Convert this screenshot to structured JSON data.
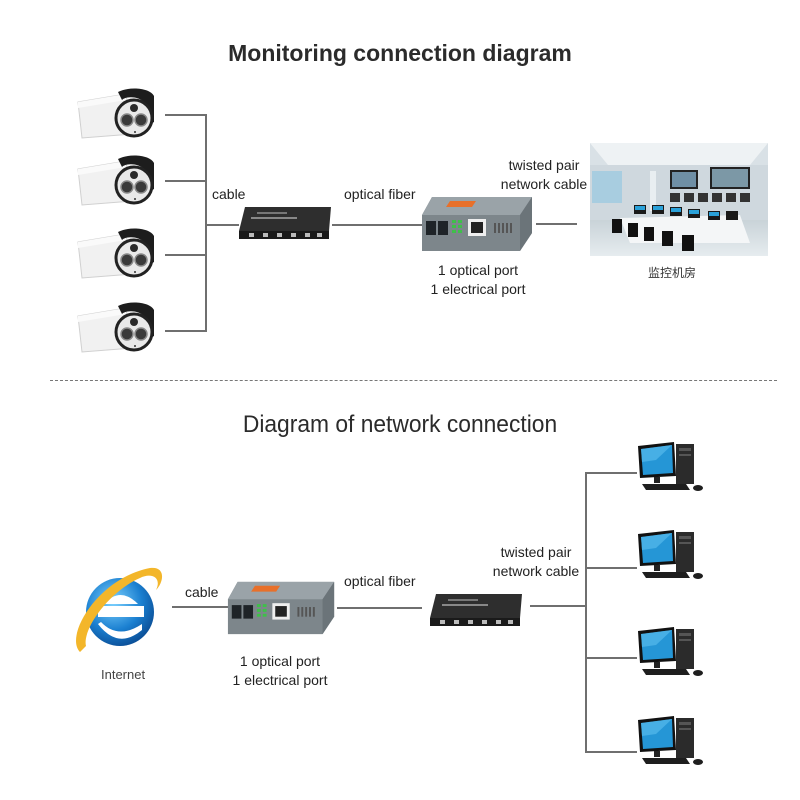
{
  "monitoring": {
    "title": "Monitoring connection diagram",
    "labels": {
      "cable": "cable",
      "optical_fiber": "optical fiber",
      "twisted_pair_line1": "twisted pair",
      "twisted_pair_line2": "network cable",
      "converter_line1": "1 optical port",
      "converter_line2": "1 electrical port",
      "control_room": "监控机房"
    },
    "cameras": [
      {
        "name": "camera-1"
      },
      {
        "name": "camera-2"
      },
      {
        "name": "camera-3"
      },
      {
        "name": "camera-4"
      }
    ],
    "devices": [
      "bullet-camera-icon",
      "fiber-switch-icon",
      "media-converter-icon",
      "control-room-image"
    ]
  },
  "network": {
    "title": "Diagram of network connection",
    "labels": {
      "internet": "Internet",
      "cable": "cable",
      "optical_fiber": "optical fiber",
      "twisted_pair_line1": "twisted pair",
      "twisted_pair_line2": "network cable",
      "converter_line1": "1 optical port",
      "converter_line2": "1 electrical port"
    },
    "computers": [
      {
        "name": "pc-1"
      },
      {
        "name": "pc-2"
      },
      {
        "name": "pc-3"
      },
      {
        "name": "pc-4"
      }
    ],
    "devices": [
      "internet-explorer-icon",
      "media-converter-icon",
      "fiber-switch-icon",
      "desktop-computer-icon"
    ]
  },
  "colors": {
    "line": "#6f6f6f",
    "converter_body": "#8c9499",
    "converter_label": "#e8702a",
    "switch_body": "#2a2a2a",
    "monitor_screen": "#1e8fd0"
  }
}
